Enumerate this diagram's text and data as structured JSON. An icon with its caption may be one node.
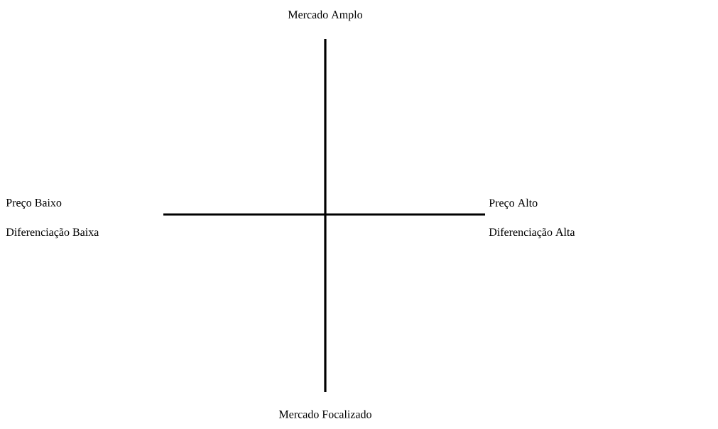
{
  "diagram": {
    "labels": [
      "Mercado Amplo",
      "Preço Baixo",
      "Preço Alto",
      "Diferenciação Baixa",
      "Diferenciação Alta",
      "Mercado Focalizado"
    ]
  }
}
